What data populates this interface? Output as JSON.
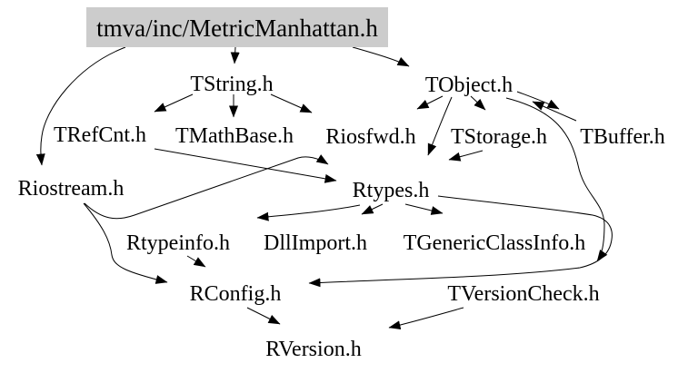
{
  "diagram": {
    "type": "include-dependency-graph",
    "background_color": "#ffffff",
    "highlight_color": "#cccccc",
    "edge_color": "#000000",
    "nodes": [
      {
        "id": "main",
        "label": "tmva/inc/MetricManhattan.h",
        "highlighted": true
      },
      {
        "id": "TString",
        "label": "TString.h"
      },
      {
        "id": "TObject",
        "label": "TObject.h"
      },
      {
        "id": "TRefCnt",
        "label": "TRefCnt.h"
      },
      {
        "id": "TMathBase",
        "label": "TMathBase.h"
      },
      {
        "id": "Riosfwd",
        "label": "Riosfwd.h"
      },
      {
        "id": "TStorage",
        "label": "TStorage.h"
      },
      {
        "id": "TBuffer",
        "label": "TBuffer.h"
      },
      {
        "id": "Riostream",
        "label": "Riostream.h"
      },
      {
        "id": "Rtypes",
        "label": "Rtypes.h"
      },
      {
        "id": "Rtypeinfo",
        "label": "Rtypeinfo.h"
      },
      {
        "id": "DllImport",
        "label": "DllImport.h"
      },
      {
        "id": "TGenericClassInfo",
        "label": "TGenericClassInfo.h"
      },
      {
        "id": "RConfig",
        "label": "RConfig.h"
      },
      {
        "id": "TVersionCheck",
        "label": "TVersionCheck.h"
      },
      {
        "id": "RVersion",
        "label": "RVersion.h"
      }
    ],
    "edges": [
      {
        "from": "main",
        "to": "TString"
      },
      {
        "from": "main",
        "to": "TObject"
      },
      {
        "from": "main",
        "to": "Riostream"
      },
      {
        "from": "TString",
        "to": "TRefCnt"
      },
      {
        "from": "TString",
        "to": "TMathBase"
      },
      {
        "from": "TString",
        "to": "Riosfwd"
      },
      {
        "from": "TObject",
        "to": "Riosfwd"
      },
      {
        "from": "TObject",
        "to": "TStorage"
      },
      {
        "from": "TObject",
        "to": "Rtypes"
      },
      {
        "from": "TObject",
        "to": "TBuffer"
      },
      {
        "from": "TObject",
        "to": "TVersionCheck"
      },
      {
        "from": "TBuffer",
        "to": "TObject"
      },
      {
        "from": "TRefCnt",
        "to": "Rtypes"
      },
      {
        "from": "TStorage",
        "to": "Rtypes"
      },
      {
        "from": "Riostream",
        "to": "Rtypes"
      },
      {
        "from": "Riostream",
        "to": "RConfig"
      },
      {
        "from": "Rtypes",
        "to": "Rtypeinfo"
      },
      {
        "from": "Rtypes",
        "to": "DllImport"
      },
      {
        "from": "Rtypes",
        "to": "TGenericClassInfo"
      },
      {
        "from": "Rtypes",
        "to": "RConfig"
      },
      {
        "from": "Rtypeinfo",
        "to": "RConfig"
      },
      {
        "from": "RConfig",
        "to": "RVersion"
      },
      {
        "from": "TVersionCheck",
        "to": "RVersion"
      }
    ]
  }
}
